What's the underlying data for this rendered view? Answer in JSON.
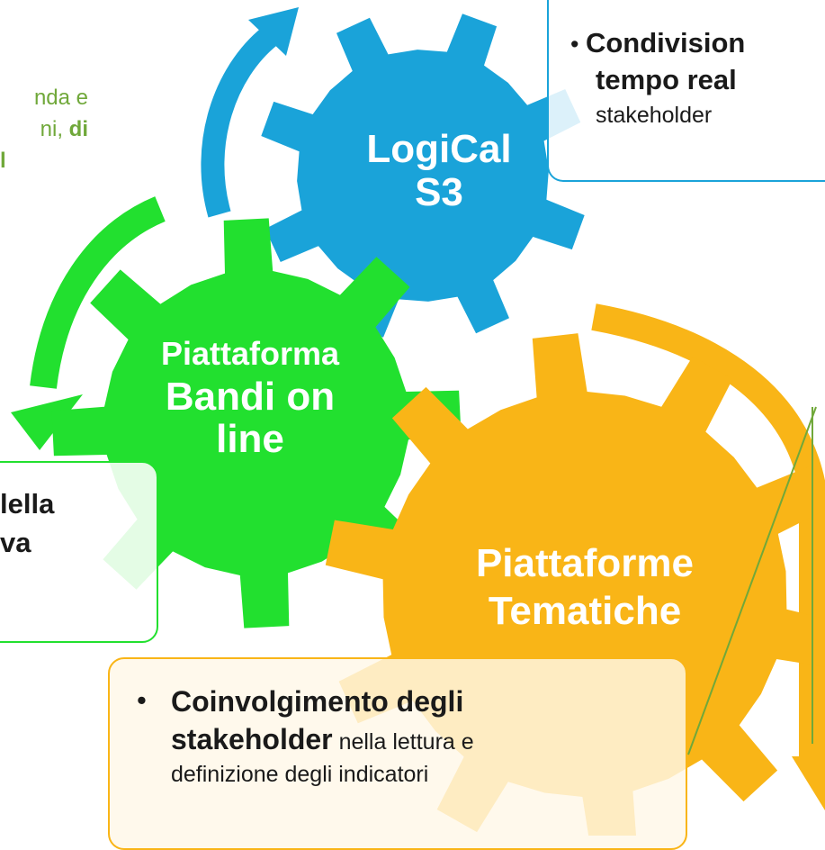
{
  "gears": {
    "logical": {
      "line1": "LogiCal",
      "line2": "S3",
      "color": "#1AA3D9"
    },
    "bandi": {
      "line1": "Piattaforma",
      "line2": "Bandi on",
      "line3": "line",
      "color": "#22E02F"
    },
    "tematiche": {
      "line1": "Piattaforme",
      "line2": "Tematiche",
      "color": "#F9B517"
    }
  },
  "top_left_text": {
    "line1": "nda e",
    "line2_normal": "ni, ",
    "line2_bold": "di",
    "line3_bold": "l"
  },
  "box_top_right": {
    "bold1": "Condivision",
    "bold2": "tempo real",
    "normal": "stakeholder",
    "border_color": "#1AA3D9"
  },
  "box_left": {
    "bold1": "lella",
    "bold2": "va",
    "border_color": "#22E02F"
  },
  "box_bottom": {
    "bullet": "•",
    "bold1": "Coinvolgimento degli",
    "bold2": "stakeholder",
    "normal1": " nella lettura e",
    "normal2": "definizione degli indicatori",
    "border_color": "#F9B517"
  },
  "colors": {
    "blue": "#1AA3D9",
    "green": "#22E02F",
    "orange": "#F9B517",
    "line_green": "#70A83A"
  }
}
